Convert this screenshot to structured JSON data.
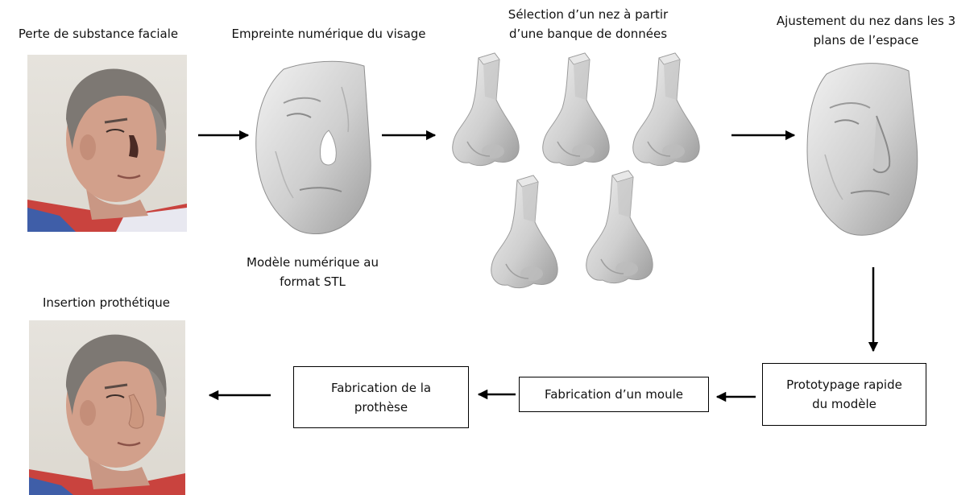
{
  "labels": {
    "face_loss": "Perte de substance faciale",
    "digital_print": "Empreinte numérique du visage",
    "nose_selection_line1": "Sélection d’un nez à partir",
    "nose_selection_line2": "d’une banque de données",
    "adjust_line1": "Ajustement du nez dans les 3",
    "adjust_line2": "plans de l’espace",
    "stl_line1": "Modèle numérique au",
    "stl_line2": "format STL",
    "insertion": "Insertion prothétique"
  },
  "boxes": {
    "prototyping_line1": "Prototypage rapide",
    "prototyping_line2": "du modèle",
    "mould": "Fabrication d’un moule",
    "fabrication_line1": "Fabrication de la",
    "fabrication_line2": "prothèse"
  },
  "colors": {
    "model_fill": "#d6d6d6",
    "model_shade": "#a9a9a9",
    "arrow": "#000000"
  }
}
